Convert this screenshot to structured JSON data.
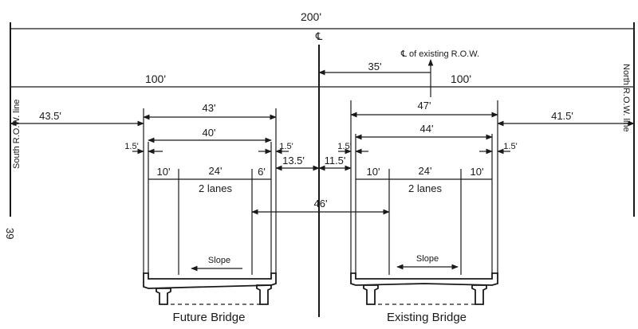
{
  "dimensions": {
    "total_row": "200'",
    "half_left": "100'",
    "half_right": "100'",
    "offset_cl": "35'",
    "south_offset": "43.5'",
    "north_offset": "41.5'",
    "future_overall": "43'",
    "future_inner": "40'",
    "future_curb_left": "1.5'",
    "future_curb_right": "1.5'",
    "future_shoulder_left": "10'",
    "future_lanes_width": "24'",
    "future_shoulder_right": "6'",
    "future_lanes": "2 lanes",
    "median_left": "13.5'",
    "median_right": "11.5'",
    "inner_edges": "46'",
    "existing_overall": "47'",
    "existing_inner": "44'",
    "existing_curb_left": "1.5'",
    "existing_curb_right": "1.5'",
    "existing_shoulder_left": "10'",
    "existing_lanes_width": "24'",
    "existing_shoulder_right": "10'",
    "existing_lanes": "2 lanes"
  },
  "labels": {
    "centerline_symbol": "℄",
    "existing_row_cl": "℄ of existing R.O.W.",
    "south_row_line": "South    R.O.W. line",
    "north_row_line": "North    R.O.W. line",
    "page_number": "39",
    "future_slope": "Slope",
    "existing_slope": "Slope",
    "future_bridge": "Future Bridge",
    "existing_bridge": "Existing Bridge"
  }
}
